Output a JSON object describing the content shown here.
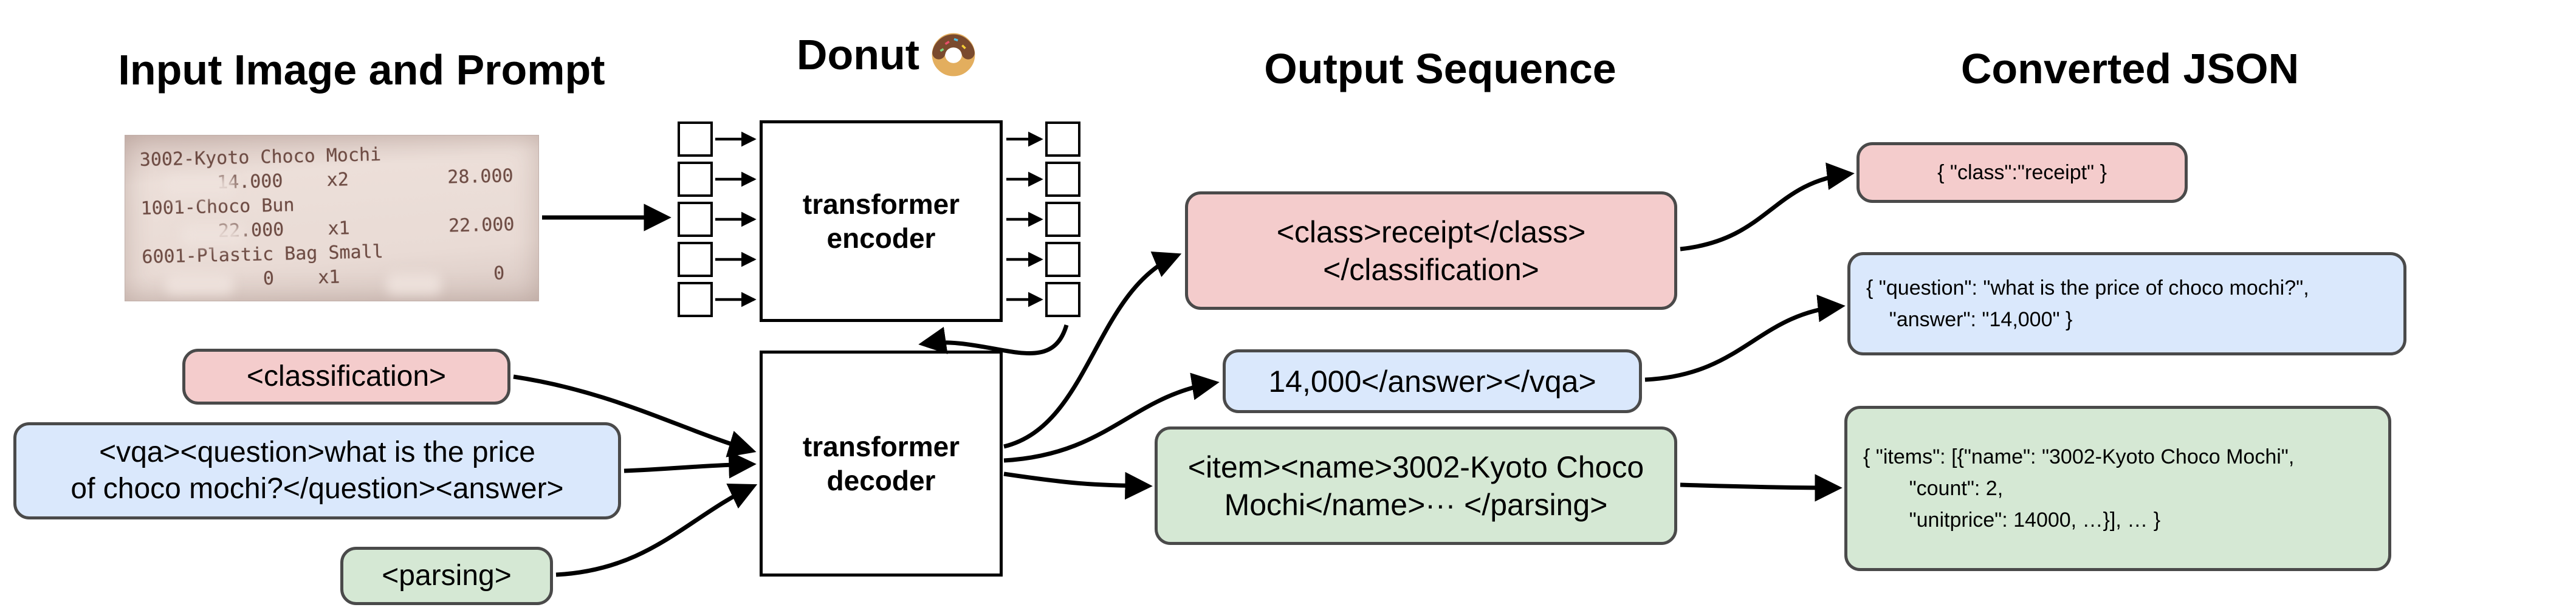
{
  "headers": {
    "input": "Input Image and Prompt",
    "model": "Donut",
    "model_icon": "donut-icon",
    "output": "Output Sequence",
    "converted": "Converted JSON"
  },
  "receipt": {
    "lines": [
      "3002-Kyoto Choco Mochi",
      "       14.000    x2         28.000",
      "1001-Choco Bun",
      "       22.000    x1         22.000",
      "6001-Plastic Bag Small",
      "           0    x1              0"
    ]
  },
  "model": {
    "encoder": "transformer encoder",
    "decoder": "transformer decoder"
  },
  "prompts": {
    "classification": "<classification>",
    "vqa": "<vqa><question>what is the price\nof choco mochi?</question><answer>",
    "parsing": "<parsing>"
  },
  "outputs": {
    "classification": "<class>receipt</class>\n</classification>",
    "vqa": "14,000</answer></vqa>",
    "parsing": "<item><name>3002-Kyoto Choco\nMochi</name>··· </parsing>"
  },
  "converted": {
    "classification": "{ \"class\":\"receipt\" }",
    "vqa": "{ \"question\": \"what is the price of choco mochi?\",\n    \"answer\": \"14,000\" }",
    "parsing": "{ \"items\": [{\"name\": \"3002-Kyoto Choco Mochi\",\n        \"count\": 2,\n        \"unitprice\": 14000, …}], … }"
  },
  "colors": {
    "pink_fill": "#f4cccc",
    "blue_fill": "#dae8fc",
    "green_fill": "#d5e8d4",
    "box_border": "#4a4a4a",
    "arrow": "#000000"
  }
}
